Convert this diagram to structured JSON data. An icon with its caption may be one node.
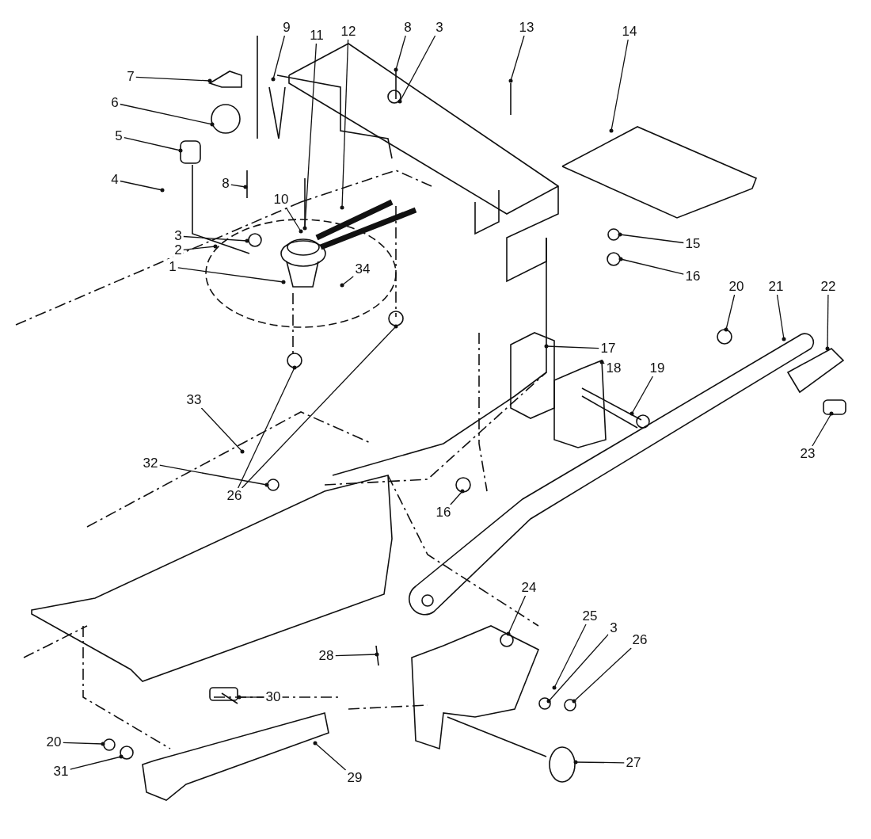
{
  "diagram": {
    "nodes": [
      {
        "text": [
          "9"
        ]
      },
      {
        "text": [
          "11"
        ]
      },
      {
        "text": [
          "12"
        ]
      },
      {
        "text": [
          "8"
        ]
      },
      {
        "text": [
          "3"
        ]
      },
      {
        "text": [
          "13"
        ]
      },
      {
        "text": [
          "14"
        ]
      },
      {
        "text": [
          "7"
        ]
      },
      {
        "text": [
          "6"
        ]
      },
      {
        "text": [
          "5"
        ]
      },
      {
        "text": [
          "4"
        ]
      },
      {
        "text": [
          "8"
        ]
      },
      {
        "text": [
          "10"
        ]
      },
      {
        "text": [
          "3"
        ]
      },
      {
        "text": [
          "2"
        ]
      },
      {
        "text": [
          "1"
        ]
      },
      {
        "text": [
          "34"
        ]
      },
      {
        "text": [
          "15"
        ]
      },
      {
        "text": [
          "16"
        ]
      },
      {
        "text": [
          "20"
        ]
      },
      {
        "text": [
          "21"
        ]
      },
      {
        "text": [
          "22"
        ]
      },
      {
        "text": [
          "17"
        ]
      },
      {
        "text": [
          "18"
        ]
      },
      {
        "text": [
          "19"
        ]
      },
      {
        "text": [
          "23"
        ]
      },
      {
        "text": [
          "33"
        ]
      },
      {
        "text": [
          "32"
        ]
      },
      {
        "text": [
          "26"
        ]
      },
      {
        "text": [
          "16"
        ]
      },
      {
        "text": [
          "24"
        ]
      },
      {
        "text": [
          "25"
        ]
      },
      {
        "text": [
          "3"
        ]
      },
      {
        "text": [
          "26"
        ]
      },
      {
        "text": [
          "28"
        ]
      },
      {
        "text": [
          "30"
        ]
      },
      {
        "text": [
          "20"
        ]
      },
      {
        "text": [
          "31"
        ]
      },
      {
        "text": [
          "29"
        ]
      },
      {
        "text": [
          "27"
        ]
      }
    ],
    "edges": [
      {
        "from": 0,
        "to": null,
        "arrow": "other"
      },
      {
        "from": 1,
        "to": null,
        "arrow": "other"
      },
      {
        "from": 2,
        "to": null,
        "arrow": "other"
      },
      {
        "from": 3,
        "to": null,
        "arrow": "other"
      },
      {
        "from": 4,
        "to": null,
        "arrow": "other"
      },
      {
        "from": 5,
        "to": null,
        "arrow": "other"
      },
      {
        "from": 6,
        "to": null,
        "arrow": "other"
      },
      {
        "from": 7,
        "to": null,
        "arrow": "other"
      },
      {
        "from": 8,
        "to": null,
        "arrow": "other"
      },
      {
        "from": 9,
        "to": null,
        "arrow": "other"
      },
      {
        "from": 10,
        "to": null,
        "arrow": "other"
      },
      {
        "from": 11,
        "to": null,
        "arrow": "other"
      },
      {
        "from": 12,
        "to": null,
        "arrow": "other"
      },
      {
        "from": 13,
        "to": null,
        "arrow": "other"
      },
      {
        "from": 14,
        "to": null,
        "arrow": "other"
      },
      {
        "from": 15,
        "to": null,
        "arrow": "other"
      },
      {
        "from": 16,
        "to": null,
        "arrow": "other"
      },
      {
        "from": 17,
        "to": null,
        "arrow": "other"
      },
      {
        "from": 18,
        "to": null,
        "arrow": "other"
      },
      {
        "from": 19,
        "to": null,
        "arrow": "other"
      },
      {
        "from": 20,
        "to": null,
        "arrow": "other"
      },
      {
        "from": 21,
        "to": null,
        "arrow": "other"
      },
      {
        "from": 22,
        "to": null,
        "arrow": "other"
      },
      {
        "from": 23,
        "to": null,
        "arrow": "other"
      },
      {
        "from": 24,
        "to": null,
        "arrow": "other"
      },
      {
        "from": 25,
        "to": null,
        "arrow": "other"
      },
      {
        "from": 26,
        "to": null,
        "arrow": "other"
      },
      {
        "from": 27,
        "to": null,
        "arrow": "other"
      },
      {
        "from": 28,
        "to": null,
        "arrow": "other"
      },
      {
        "from": 28,
        "to": null,
        "arrow": "other"
      },
      {
        "from": 29,
        "to": null,
        "arrow": "other"
      },
      {
        "from": 30,
        "to": null,
        "arrow": "other"
      },
      {
        "from": 31,
        "to": null,
        "arrow": "other"
      },
      {
        "from": 32,
        "to": null,
        "arrow": "other"
      },
      {
        "from": 33,
        "to": null,
        "arrow": "other"
      },
      {
        "from": 34,
        "to": null,
        "arrow": "other"
      },
      {
        "from": 35,
        "to": null,
        "arrow": "other"
      },
      {
        "from": 36,
        "to": null,
        "arrow": "other"
      },
      {
        "from": 37,
        "to": null,
        "arrow": "other"
      },
      {
        "from": 38,
        "to": null,
        "arrow": "other"
      },
      {
        "from": 39,
        "to": null,
        "arrow": "other"
      }
    ]
  }
}
